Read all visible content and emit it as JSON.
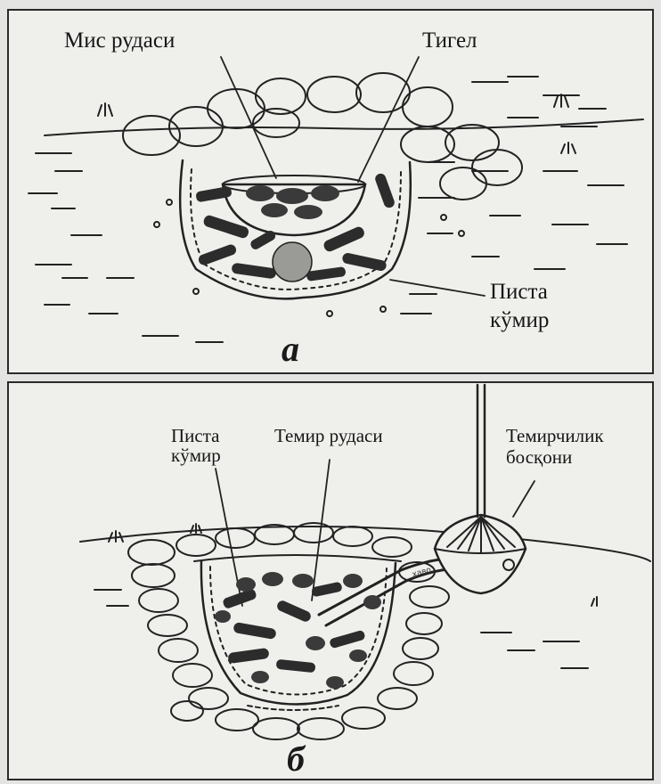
{
  "panel_a": {
    "label_ore": "Мис рудаси",
    "label_crucible": "Тигел",
    "label_charcoal_line1": "Писта",
    "label_charcoal_line2": "кўмир",
    "caption": "а"
  },
  "panel_b": {
    "label_charcoal_line1": "Писта",
    "label_charcoal_line2": "кўмир",
    "label_ore": "Темир рудаси",
    "label_bellows_line1": "Темирчилик",
    "label_bellows_line2": "босқони",
    "label_air": "ҳаво",
    "caption": "б"
  }
}
